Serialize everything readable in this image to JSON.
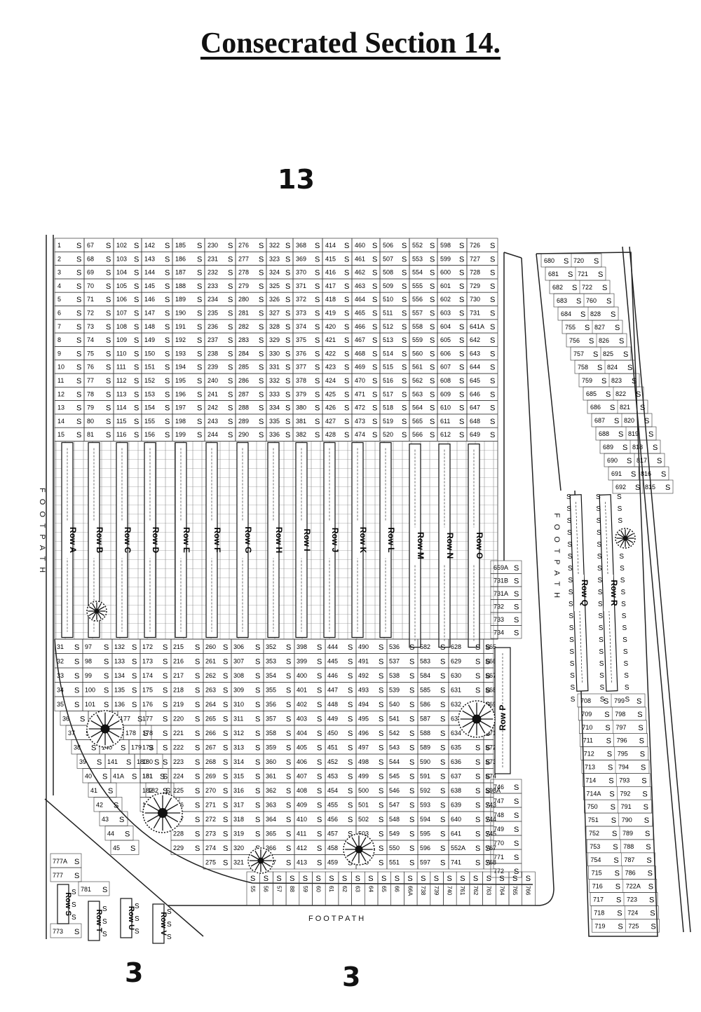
{
  "title": "Consecrated Section 14.",
  "labels": {
    "section_top": "13",
    "section_bottom_left": "3",
    "section_bottom_mid": "3",
    "footpath": "FOOTPATH",
    "footpath_spaced": "F O O T P A T H"
  },
  "plot_marker": "S",
  "grid_columns": [
    [
      "1",
      "2",
      "3",
      "4",
      "5",
      "6",
      "7",
      "8",
      "9",
      "10",
      "11",
      "12",
      "13",
      "14",
      "15"
    ],
    [
      "67",
      "68",
      "69",
      "70",
      "71",
      "72",
      "73",
      "74",
      "75",
      "76",
      "77",
      "78",
      "79",
      "80",
      "81"
    ],
    [
      "102",
      "103",
      "104",
      "105",
      "106",
      "107",
      "108",
      "109",
      "110",
      "111",
      "112",
      "113",
      "114",
      "115",
      "116"
    ],
    [
      "142",
      "143",
      "144",
      "145",
      "146",
      "147",
      "148",
      "149",
      "150",
      "151",
      "152",
      "153",
      "154",
      "155",
      "156"
    ],
    [
      "185",
      "186",
      "187",
      "188",
      "189",
      "190",
      "191",
      "192",
      "193",
      "194",
      "195",
      "196",
      "197",
      "198",
      "199"
    ],
    [
      "230",
      "231",
      "232",
      "233",
      "234",
      "235",
      "236",
      "237",
      "238",
      "239",
      "240",
      "241",
      "242",
      "243",
      "244"
    ],
    [
      "276",
      "277",
      "278",
      "279",
      "280",
      "281",
      "282",
      "283",
      "284",
      "285",
      "286",
      "287",
      "288",
      "289",
      "290"
    ],
    [
      "322",
      "323",
      "324",
      "325",
      "326",
      "327",
      "328",
      "329",
      "330",
      "331",
      "332",
      "333",
      "334",
      "335",
      "336"
    ],
    [
      "368",
      "369",
      "370",
      "371",
      "372",
      "373",
      "374",
      "375",
      "376",
      "377",
      "378",
      "379",
      "380",
      "381",
      "382"
    ],
    [
      "414",
      "415",
      "416",
      "417",
      "418",
      "419",
      "420",
      "421",
      "422",
      "423",
      "424",
      "425",
      "426",
      "427",
      "428"
    ],
    [
      "460",
      "461",
      "462",
      "463",
      "464",
      "465",
      "466",
      "467",
      "468",
      "469",
      "470",
      "471",
      "472",
      "473",
      "474"
    ],
    [
      "506",
      "507",
      "508",
      "509",
      "510",
      "511",
      "512",
      "513",
      "514",
      "515",
      "516",
      "517",
      "518",
      "519",
      "520"
    ],
    [
      "552",
      "553",
      "554",
      "555",
      "556",
      "557",
      "558",
      "559",
      "560",
      "561",
      "562",
      "563",
      "564",
      "565",
      "566"
    ],
    [
      "598",
      "599",
      "600",
      "601",
      "602",
      "603",
      "604",
      "605",
      "606",
      "607",
      "608",
      "609",
      "610",
      "611",
      "612"
    ],
    [
      "726",
      "727",
      "728",
      "729",
      "730",
      "731",
      "641A",
      "642",
      "643",
      "644",
      "645",
      "646",
      "647",
      "648",
      "649"
    ]
  ],
  "rows_main": [
    "Row A",
    "Row B",
    "Row C",
    "Row D",
    "Row E",
    "Row F",
    "Row G",
    "Row H",
    "Row I",
    "Row J",
    "Row K",
    "Row L",
    "Row M",
    "Row N",
    "Row O"
  ],
  "lower_columns": [
    [
      "31",
      "32",
      "33",
      "34",
      "35",
      "36",
      "37",
      "38",
      "39",
      "40",
      "41",
      "42",
      "43",
      "44",
      "45"
    ],
    [
      "97",
      "98",
      "99",
      "100",
      "101",
      "102",
      "103",
      "140",
      "141",
      "41A"
    ],
    [
      "132",
      "133",
      "134",
      "135",
      "136",
      "177",
      "178",
      "179",
      "180",
      "181",
      "182",
      "183"
    ],
    [
      "172",
      "173",
      "174",
      "175",
      "176",
      "177",
      "178",
      "179",
      "180",
      "181",
      "182",
      "183"
    ],
    [
      "215",
      "216",
      "217",
      "218",
      "219",
      "220",
      "221",
      "222",
      "223",
      "224",
      "225",
      "226",
      "227",
      "228",
      "229"
    ],
    [
      "260",
      "261",
      "262",
      "263",
      "264",
      "265",
      "266",
      "267",
      "268",
      "269",
      "270",
      "271",
      "272",
      "273",
      "274",
      "275"
    ],
    [
      "306",
      "307",
      "308",
      "309",
      "310",
      "311",
      "312",
      "313",
      "314",
      "315",
      "316",
      "317",
      "318",
      "319",
      "320",
      "321"
    ],
    [
      "352",
      "353",
      "354",
      "355",
      "356",
      "357",
      "358",
      "359",
      "360",
      "361",
      "362",
      "363",
      "364",
      "365",
      "366",
      "367"
    ],
    [
      "398",
      "399",
      "400",
      "401",
      "402",
      "403",
      "404",
      "405",
      "406",
      "407",
      "408",
      "409",
      "410",
      "411",
      "412",
      "413"
    ],
    [
      "444",
      "445",
      "446",
      "447",
      "448",
      "449",
      "450",
      "451",
      "452",
      "453",
      "454",
      "455",
      "456",
      "457",
      "458",
      "459"
    ],
    [
      "490",
      "491",
      "492",
      "493",
      "494",
      "495",
      "496",
      "497",
      "498",
      "499",
      "500",
      "501",
      "502",
      "503",
      "504",
      "505"
    ],
    [
      "536",
      "537",
      "538",
      "539",
      "540",
      "541",
      "542",
      "543",
      "544",
      "545",
      "546",
      "547",
      "548",
      "549",
      "550",
      "551"
    ],
    [
      "582",
      "583",
      "584",
      "585",
      "586",
      "587",
      "588",
      "589",
      "590",
      "591",
      "592",
      "593",
      "594",
      "595",
      "596",
      "597"
    ],
    [
      "628",
      "629",
      "630",
      "631",
      "632",
      "633",
      "634",
      "635",
      "636",
      "637",
      "638",
      "639",
      "640",
      "641",
      "552A",
      "741"
    ],
    [
      "665",
      "666",
      "667",
      "668",
      "669",
      "670",
      "671",
      "672",
      "673",
      "674",
      "598A",
      "743",
      "744",
      "745",
      "767",
      "768"
    ]
  ],
  "row_p": "Row P",
  "right_upper": [
    "659A",
    "731B",
    "731A",
    "732",
    "733",
    "734"
  ],
  "right_lower": [
    "746",
    "747",
    "748",
    "749",
    "770",
    "771",
    "772"
  ],
  "bottom_row": [
    "55",
    "56",
    "57",
    "88",
    "59",
    "60",
    "61",
    "62",
    "63",
    "64",
    "65",
    "66",
    "66A",
    "738",
    "739",
    "740",
    "761",
    "762",
    "763",
    "764",
    "765",
    "766"
  ],
  "strip_pairs": [
    [
      "680",
      "720"
    ],
    [
      "681",
      "721"
    ],
    [
      "682",
      "722"
    ],
    [
      "683",
      "760"
    ],
    [
      "684",
      "828"
    ],
    [
      "755",
      "827"
    ],
    [
      "756",
      "826"
    ],
    [
      "757",
      "825"
    ],
    [
      "758",
      "824"
    ],
    [
      "759",
      "823"
    ],
    [
      "685",
      "822"
    ],
    [
      "686",
      "821"
    ],
    [
      "687",
      "820"
    ],
    [
      "688",
      "819"
    ],
    [
      "689",
      "818"
    ],
    [
      "690",
      "817"
    ],
    [
      "691",
      "816"
    ],
    [
      "692",
      "815"
    ]
  ],
  "strip_lower_pairs": [
    [
      "708",
      "799"
    ],
    [
      "709",
      "798"
    ],
    [
      "710",
      "797"
    ],
    [
      "711",
      "796"
    ],
    [
      "712",
      "795"
    ],
    [
      "713",
      "794"
    ],
    [
      "714",
      "793"
    ],
    [
      "714A",
      "792"
    ],
    [
      "750",
      "791"
    ],
    [
      "751",
      "790"
    ],
    [
      "752",
      "789"
    ],
    [
      "753",
      "788"
    ],
    [
      "754",
      "787"
    ],
    [
      "715",
      "786"
    ],
    [
      "716",
      "722A"
    ],
    [
      "717",
      "723"
    ],
    [
      "718",
      "724"
    ],
    [
      "719",
      "725"
    ]
  ],
  "rows_strip": [
    "Row Q",
    "Row R"
  ],
  "bottom_left_numbers": [
    "777A",
    "777",
    "781",
    "773"
  ],
  "rows_bottom": [
    "Row S",
    "Row T",
    "Row U",
    "Row V"
  ]
}
